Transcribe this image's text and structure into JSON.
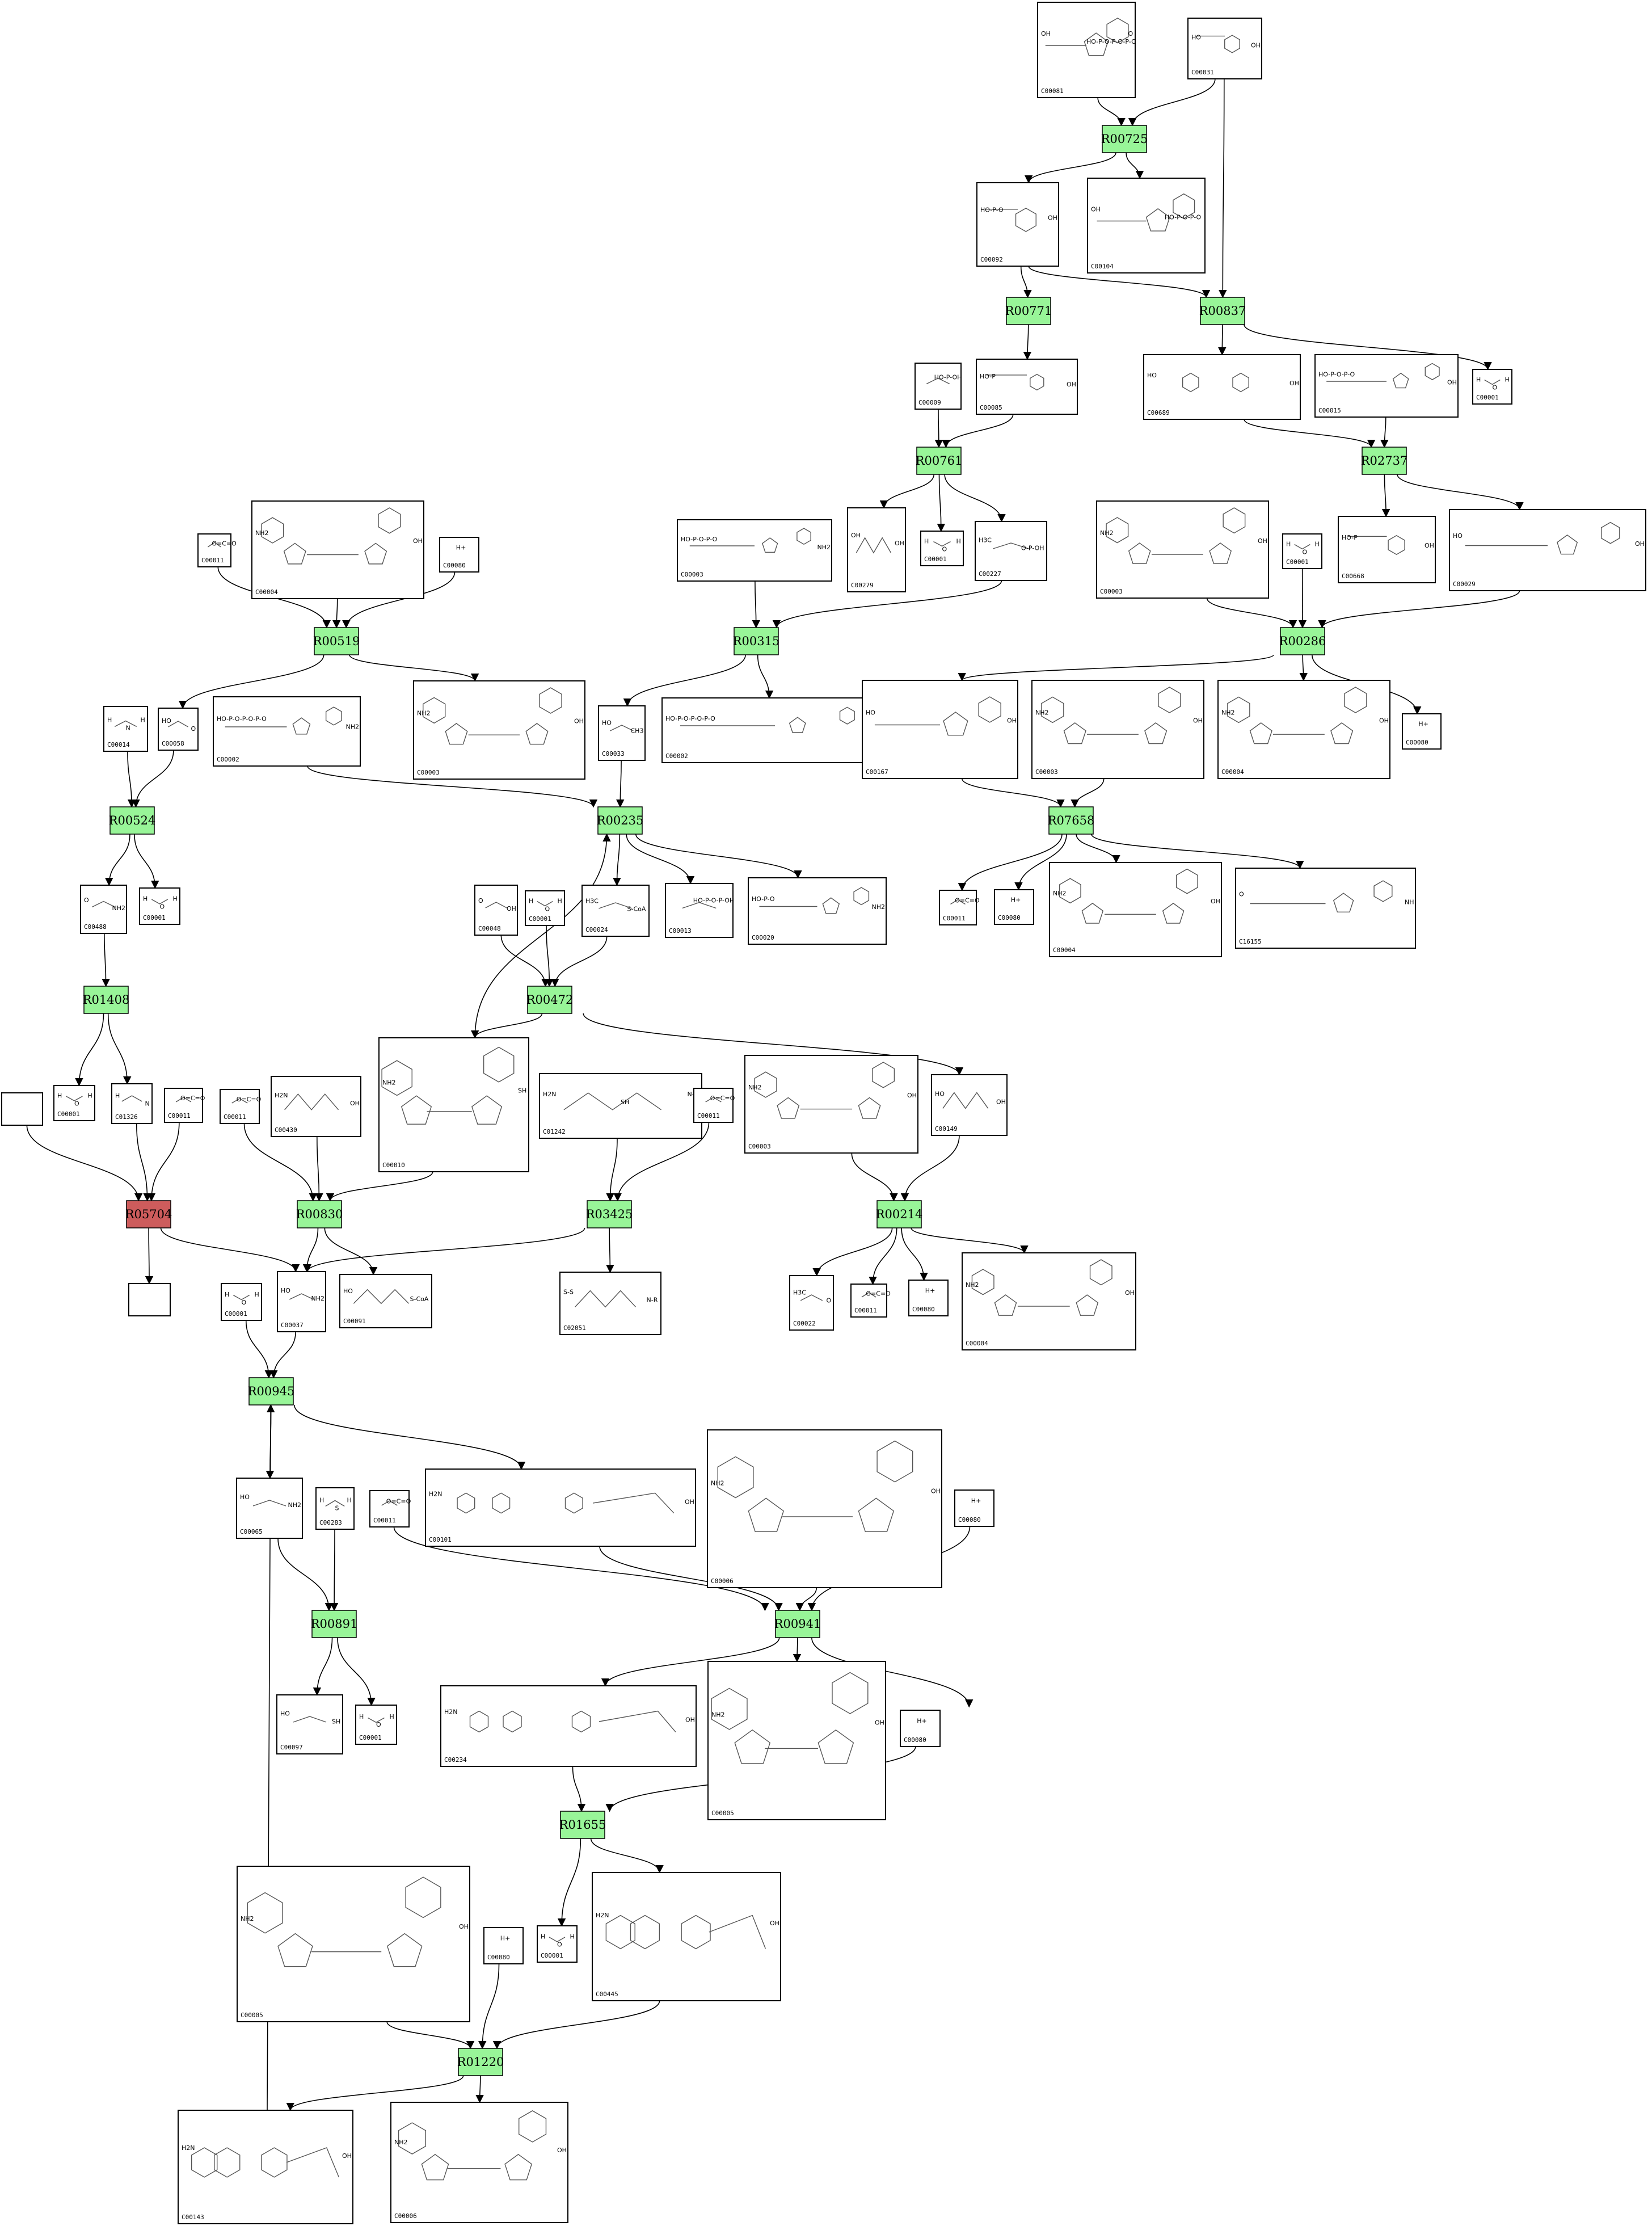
{
  "colors": {
    "reaction_fill": "#98f598",
    "reaction_stuck_fill": "#cd5c5c",
    "edge": "#000000"
  },
  "reactions": [
    {
      "id": "R00725",
      "label": "R00725"
    },
    {
      "id": "R00771",
      "label": "R00771"
    },
    {
      "id": "R00837",
      "label": "R00837"
    },
    {
      "id": "R00761",
      "label": "R00761"
    },
    {
      "id": "R02737",
      "label": "R02737"
    },
    {
      "id": "R00519",
      "label": "R00519"
    },
    {
      "id": "R00315",
      "label": "R00315"
    },
    {
      "id": "R00286",
      "label": "R00286"
    },
    {
      "id": "R00524",
      "label": "R00524"
    },
    {
      "id": "R00235",
      "label": "R00235"
    },
    {
      "id": "R07658",
      "label": "R07658"
    },
    {
      "id": "R00472",
      "label": "R00472"
    },
    {
      "id": "R01408",
      "label": "R01408"
    },
    {
      "id": "R05704",
      "label": "R05704",
      "stuck": true
    },
    {
      "id": "R00830",
      "label": "R00830"
    },
    {
      "id": "R03425",
      "label": "R03425"
    },
    {
      "id": "R00214",
      "label": "R00214"
    },
    {
      "id": "R00945",
      "label": "R00945"
    },
    {
      "id": "R00891",
      "label": "R00891"
    },
    {
      "id": "R00941",
      "label": "R00941"
    },
    {
      "id": "R01655",
      "label": "R01655"
    },
    {
      "id": "R01220",
      "label": "R01220"
    }
  ],
  "compounds": [
    {
      "id": "c_C00081",
      "label": "C00081",
      "mol": "nucleotide",
      "atoms": [
        "OH",
        "HO-P-O-P-O-P-O",
        "O"
      ]
    },
    {
      "id": "c_C00031",
      "label": "C00031",
      "mol": "sugar",
      "atoms": [
        "HO",
        "OH"
      ]
    },
    {
      "id": "c_C00092",
      "label": "C00092",
      "mol": "sugar",
      "atoms": [
        "HO-P-O",
        "OH"
      ]
    },
    {
      "id": "c_C00104",
      "label": "C00104",
      "mol": "nucleotide",
      "atoms": [
        "OH",
        "HO-P-O-P-O"
      ]
    },
    {
      "id": "c_C00009",
      "label": "C00009",
      "mol": "small",
      "atoms": [
        "HO-P-OH"
      ]
    },
    {
      "id": "c_C00085",
      "label": "C00085",
      "mol": "sugar",
      "atoms": [
        "HO-P",
        "OH"
      ]
    },
    {
      "id": "c_C00689",
      "label": "C00689",
      "mol": "disaccharide",
      "atoms": [
        "HO",
        "OH"
      ]
    },
    {
      "id": "c_C00015",
      "label": "C00015",
      "mol": "nucleotide",
      "atoms": [
        "HO-P-O-P-O",
        "OH"
      ]
    },
    {
      "id": "c_C00001_a",
      "label": "C00001",
      "mol": "water",
      "atoms": [
        "H",
        "O",
        "H"
      ]
    },
    {
      "id": "c_C00279",
      "label": "C00279",
      "mol": "chain",
      "atoms": [
        "OH",
        "OH"
      ]
    },
    {
      "id": "c_C00001_b",
      "label": "C00001",
      "mol": "water",
      "atoms": [
        "H",
        "O",
        "H"
      ]
    },
    {
      "id": "c_C00227",
      "label": "C00227",
      "mol": "small",
      "atoms": [
        "H3C",
        "O-P-OH"
      ]
    },
    {
      "id": "c_C00003_a",
      "label": "C00003",
      "mol": "dinucleotide",
      "atoms": [
        "NH2",
        "OH"
      ]
    },
    {
      "id": "c_C00001_c",
      "label": "C00001",
      "mol": "water",
      "atoms": [
        "H",
        "O",
        "H"
      ]
    },
    {
      "id": "c_C00668",
      "label": "C00668",
      "mol": "sugar",
      "atoms": [
        "HO-P",
        "OH"
      ]
    },
    {
      "id": "c_C00029",
      "label": "C00029",
      "mol": "nucleotide",
      "atoms": [
        "HO",
        "OH"
      ]
    },
    {
      "id": "c_C00011_a",
      "label": "C00011",
      "mol": "co2",
      "atoms": [
        "O=C=O"
      ]
    },
    {
      "id": "c_C00004_a",
      "label": "C00004",
      "mol": "dinucleotide",
      "atoms": [
        "NH2",
        "OH"
      ]
    },
    {
      "id": "c_C00080_a",
      "label": "C00080",
      "mol": "proton",
      "atoms": [
        "H+"
      ]
    },
    {
      "id": "c_C00003_b",
      "label": "C00003",
      "mol": "nucleotide",
      "atoms": [
        "HO-P-O-P-O",
        "NH2"
      ]
    },
    {
      "id": "c_C00014",
      "label": "C00014",
      "mol": "small",
      "atoms": [
        "H",
        "N",
        "H"
      ]
    },
    {
      "id": "c_C00058",
      "label": "C00058",
      "mol": "small",
      "atoms": [
        "HO",
        "O"
      ]
    },
    {
      "id": "c_C00002_a",
      "label": "C00002",
      "mol": "nucleotide",
      "atoms": [
        "HO-P-O-P-O-P-O",
        "NH2"
      ]
    },
    {
      "id": "c_C00003_c",
      "label": "C00003",
      "mol": "dinucleotide",
      "atoms": [
        "NH2",
        "OH"
      ]
    },
    {
      "id": "c_C00033",
      "label": "C00033",
      "mol": "small",
      "atoms": [
        "HO",
        "CH3"
      ]
    },
    {
      "id": "c_C00002_b",
      "label": "C00002",
      "mol": "nucleotide",
      "atoms": [
        "HO-P-O-P-O-P-O",
        "NH2"
      ]
    },
    {
      "id": "c_C00167",
      "label": "C00167",
      "mol": "nucleotide",
      "atoms": [
        "HO",
        "OH"
      ]
    },
    {
      "id": "c_C00003_d",
      "label": "C00003",
      "mol": "dinucleotide",
      "atoms": [
        "NH2",
        "OH"
      ]
    },
    {
      "id": "c_C00004_b",
      "label": "C00004",
      "mol": "dinucleotide",
      "atoms": [
        "NH2",
        "OH"
      ]
    },
    {
      "id": "c_C00080_b",
      "label": "C00080",
      "mol": "proton",
      "atoms": [
        "H+"
      ]
    },
    {
      "id": "c_C00488",
      "label": "C00488",
      "mol": "small",
      "atoms": [
        "O",
        "NH2"
      ]
    },
    {
      "id": "c_C00001_d",
      "label": "C00001",
      "mol": "water",
      "atoms": [
        "H",
        "O",
        "H"
      ]
    },
    {
      "id": "c_C00048",
      "label": "C00048",
      "mol": "small",
      "atoms": [
        "O",
        "OH"
      ]
    },
    {
      "id": "c_C00001_e",
      "label": "C00001",
      "mol": "water",
      "atoms": [
        "H",
        "O",
        "H"
      ]
    },
    {
      "id": "c_C00024",
      "label": "C00024",
      "mol": "small",
      "atoms": [
        "H3C",
        "S-CoA"
      ]
    },
    {
      "id": "c_C00013",
      "label": "C00013",
      "mol": "small",
      "atoms": [
        "HO-P-O-P-OH"
      ]
    },
    {
      "id": "c_C00020",
      "label": "C00020",
      "mol": "nucleotide",
      "atoms": [
        "HO-P-O",
        "NH2"
      ]
    },
    {
      "id": "c_C00011_b",
      "label": "C00011",
      "mol": "co2",
      "atoms": [
        "O=C=O"
      ]
    },
    {
      "id": "c_C00080_c",
      "label": "C00080",
      "mol": "proton",
      "atoms": [
        "H+"
      ]
    },
    {
      "id": "c_C00004_c",
      "label": "C00004",
      "mol": "dinucleotide",
      "atoms": [
        "NH2",
        "OH"
      ]
    },
    {
      "id": "c_C16155",
      "label": "C16155",
      "mol": "nucleotide",
      "atoms": [
        "O",
        "NH"
      ]
    },
    {
      "id": "c_C00001_f",
      "label": "C00001",
      "mol": "water",
      "atoms": [
        "H",
        "O",
        "H"
      ]
    },
    {
      "id": "c_C01326",
      "label": "C01326",
      "mol": "small",
      "atoms": [
        "H",
        "N"
      ]
    },
    {
      "id": "c_C00011_c",
      "label": "C00011",
      "mol": "co2",
      "atoms": [
        "O=C=O"
      ]
    },
    {
      "id": "c_C00011_d",
      "label": "C00011",
      "mol": "co2",
      "atoms": [
        "O=C=O"
      ]
    },
    {
      "id": "c_C00430",
      "label": "C00430",
      "mol": "chain",
      "atoms": [
        "H2N",
        "OH"
      ]
    },
    {
      "id": "c_C00010",
      "label": "C00010",
      "mol": "coa",
      "atoms": [
        "NH2",
        "SH"
      ]
    },
    {
      "id": "c_C01242",
      "label": "C01242",
      "mol": "chain",
      "atoms": [
        "H2N",
        "SH",
        "N-R"
      ]
    },
    {
      "id": "c_C00011_e",
      "label": "C00011",
      "mol": "co2",
      "atoms": [
        "O=C=O"
      ]
    },
    {
      "id": "c_C00003_e",
      "label": "C00003",
      "mol": "dinucleotide",
      "atoms": [
        "NH2",
        "OH"
      ]
    },
    {
      "id": "c_C00149",
      "label": "C00149",
      "mol": "chain",
      "atoms": [
        "HO",
        "OH"
      ]
    },
    {
      "id": "c_blank_a",
      "label": "",
      "mol": "none",
      "atoms": []
    },
    {
      "id": "c_blank_b",
      "label": "",
      "mol": "none",
      "atoms": []
    },
    {
      "id": "c_C00037",
      "label": "C00037",
      "mol": "small",
      "atoms": [
        "HO",
        "NH2"
      ]
    },
    {
      "id": "c_C00091",
      "label": "C00091",
      "mol": "chain",
      "atoms": [
        "HO",
        "S-CoA"
      ]
    },
    {
      "id": "c_C02051",
      "label": "C02051",
      "mol": "chain",
      "atoms": [
        "S-S",
        "N-R"
      ]
    },
    {
      "id": "c_C00022",
      "label": "C00022",
      "mol": "small",
      "atoms": [
        "H3C",
        "O"
      ]
    },
    {
      "id": "c_C00011_f",
      "label": "C00011",
      "mol": "co2",
      "atoms": [
        "O=C=O"
      ]
    },
    {
      "id": "c_C00080_d",
      "label": "C00080",
      "mol": "proton",
      "atoms": [
        "H+"
      ]
    },
    {
      "id": "c_C00004_d",
      "label": "C00004",
      "mol": "dinucleotide",
      "atoms": [
        "NH2",
        "OH"
      ]
    },
    {
      "id": "c_C00001_g",
      "label": "C00001",
      "mol": "water",
      "atoms": [
        "H",
        "O",
        "H"
      ]
    },
    {
      "id": "c_C00065",
      "label": "C00065",
      "mol": "small",
      "atoms": [
        "HO",
        "NH2"
      ]
    },
    {
      "id": "c_C00283",
      "label": "C00283",
      "mol": "small",
      "atoms": [
        "H",
        "S",
        "H"
      ]
    },
    {
      "id": "c_C00011_g",
      "label": "C00011",
      "mol": "co2",
      "atoms": [
        "O=C=O"
      ]
    },
    {
      "id": "c_C00101",
      "label": "C00101",
      "mol": "folate",
      "atoms": [
        "H2N",
        "OH"
      ]
    },
    {
      "id": "c_C00006_a",
      "label": "C00006",
      "mol": "dinucleotide",
      "atoms": [
        "NH2",
        "OH"
      ]
    },
    {
      "id": "c_C00080_e",
      "label": "C00080",
      "mol": "proton",
      "atoms": [
        "H+"
      ]
    },
    {
      "id": "c_C00097",
      "label": "C00097",
      "mol": "small",
      "atoms": [
        "HO",
        "SH"
      ]
    },
    {
      "id": "c_C00001_h",
      "label": "C00001",
      "mol": "water",
      "atoms": [
        "H",
        "O",
        "H"
      ]
    },
    {
      "id": "c_C00234",
      "label": "C00234",
      "mol": "folate",
      "atoms": [
        "H2N",
        "OH"
      ]
    },
    {
      "id": "c_C00005_a",
      "label": "C00005",
      "mol": "dinucleotide",
      "atoms": [
        "NH2",
        "OH"
      ]
    },
    {
      "id": "c_C00080_f",
      "label": "C00080",
      "mol": "proton",
      "atoms": [
        "H+"
      ]
    },
    {
      "id": "c_C00001_i",
      "label": "C00001",
      "mol": "water",
      "atoms": [
        "H",
        "O",
        "H"
      ]
    },
    {
      "id": "c_C00005_b",
      "label": "C00005",
      "mol": "dinucleotide",
      "atoms": [
        "NH2",
        "OH"
      ]
    },
    {
      "id": "c_C00080_g",
      "label": "C00080",
      "mol": "proton",
      "atoms": [
        "H+"
      ]
    },
    {
      "id": "c_C00001_j",
      "label": "C00001",
      "mol": "water",
      "atoms": [
        "H",
        "O",
        "H"
      ]
    },
    {
      "id": "c_C00445",
      "label": "C00445",
      "mol": "folate",
      "atoms": [
        "H2N",
        "OH"
      ]
    },
    {
      "id": "c_C00143",
      "label": "C00143",
      "mol": "folate",
      "atoms": [
        "H2N",
        "OH"
      ]
    },
    {
      "id": "c_C00006_b",
      "label": "C00006",
      "mol": "dinucleotide",
      "atoms": [
        "NH2",
        "OH"
      ]
    }
  ],
  "edges": [
    [
      "c_C00081",
      "R00725"
    ],
    [
      "c_C00031",
      "R00725"
    ],
    [
      "R00725",
      "c_C00092"
    ],
    [
      "R00725",
      "c_C00104"
    ],
    [
      "c_C00092",
      "R00771"
    ],
    [
      "c_C00092",
      "R00837"
    ],
    [
      "c_C00031",
      "R00837"
    ],
    [
      "R00837",
      "c_C00689"
    ],
    [
      "R00837",
      "c_C00001_a"
    ],
    [
      "R00771",
      "c_C00085"
    ],
    [
      "c_C00085",
      "R00761"
    ],
    [
      "c_C00009",
      "R00761"
    ],
    [
      "R00761",
      "c_C00279"
    ],
    [
      "R00761",
      "c_C00001_b"
    ],
    [
      "R00761",
      "c_C00227"
    ],
    [
      "c_C00689",
      "R02737"
    ],
    [
      "c_C00015",
      "R02737"
    ],
    [
      "R02737",
      "c_C00668"
    ],
    [
      "R02737",
      "c_C00029"
    ],
    [
      "c_C00011_a",
      "R00519"
    ],
    [
      "c_C00004_a",
      "R00519"
    ],
    [
      "c_C00080_a",
      "R00519"
    ],
    [
      "R00519",
      "c_C00058"
    ],
    [
      "R00519",
      "c_C00003_c"
    ],
    [
      "c_C00003_b",
      "R00315"
    ],
    [
      "c_C00227",
      "R00315"
    ],
    [
      "R00315",
      "c_C00033"
    ],
    [
      "R00315",
      "c_C00002_b"
    ],
    [
      "c_C00003_a",
      "R00286"
    ],
    [
      "c_C00001_c",
      "R00286"
    ],
    [
      "c_C00029",
      "R00286"
    ],
    [
      "R00286",
      "c_C00167"
    ],
    [
      "R00286",
      "c_C00004_b"
    ],
    [
      "R00286",
      "c_C00080_b"
    ],
    [
      "c_C00014",
      "R00524"
    ],
    [
      "c_C00058",
      "R00524"
    ],
    [
      "R00524",
      "c_C00488"
    ],
    [
      "R00524",
      "c_C00001_d"
    ],
    [
      "c_C00002_a",
      "R00235"
    ],
    [
      "c_C00033",
      "R00235"
    ],
    [
      "c_C00010",
      "R00235"
    ],
    [
      "R00235",
      "c_C00024"
    ],
    [
      "R00235",
      "c_C00013"
    ],
    [
      "R00235",
      "c_C00020"
    ],
    [
      "c_C00167",
      "R07658"
    ],
    [
      "c_C00003_d",
      "R07658"
    ],
    [
      "R07658",
      "c_C00011_b"
    ],
    [
      "R07658",
      "c_C00080_c"
    ],
    [
      "R07658",
      "c_C00004_c"
    ],
    [
      "R07658",
      "c_C16155"
    ],
    [
      "c_C00048",
      "R00472"
    ],
    [
      "c_C00001_e",
      "R00472"
    ],
    [
      "c_C00024",
      "R00472"
    ],
    [
      "R00472",
      "c_C00010"
    ],
    [
      "R00472",
      "c_C00149"
    ],
    [
      "c_C00488",
      "R01408"
    ],
    [
      "R01408",
      "c_C00001_f"
    ],
    [
      "R01408",
      "c_C01326"
    ],
    [
      "c_blank_a",
      "R05704"
    ],
    [
      "c_C01326",
      "R05704"
    ],
    [
      "c_C00011_c",
      "R05704"
    ],
    [
      "R05704",
      "c_blank_b"
    ],
    [
      "R05704",
      "c_C00037"
    ],
    [
      "c_C00011_d",
      "R00830"
    ],
    [
      "c_C00430",
      "R00830"
    ],
    [
      "c_C00010",
      "R00830"
    ],
    [
      "R00830",
      "c_C00037"
    ],
    [
      "R00830",
      "c_C00091"
    ],
    [
      "c_C01242",
      "R03425"
    ],
    [
      "c_C00011_e",
      "R03425"
    ],
    [
      "R03425",
      "c_C02051"
    ],
    [
      "R03425",
      "c_C00037"
    ],
    [
      "c_C00003_e",
      "R00214"
    ],
    [
      "c_C00149",
      "R00214"
    ],
    [
      "R00214",
      "c_C00022"
    ],
    [
      "R00214",
      "c_C00011_f"
    ],
    [
      "R00214",
      "c_C00080_d"
    ],
    [
      "R00214",
      "c_C00004_d"
    ],
    [
      "c_C00001_g",
      "R00945"
    ],
    [
      "c_C00037",
      "R00945"
    ],
    [
      "c_C00143",
      "R00945"
    ],
    [
      "R00945",
      "c_C00065"
    ],
    [
      "R00945",
      "c_C00101"
    ],
    [
      "c_C00065",
      "R00891"
    ],
    [
      "c_C00283",
      "R00891"
    ],
    [
      "R00891",
      "c_C00097"
    ],
    [
      "R00891",
      "c_C00001_h"
    ],
    [
      "c_C00011_g",
      "R00941"
    ],
    [
      "c_C00101",
      "R00941"
    ],
    [
      "c_C00006_a",
      "R00941"
    ],
    [
      "c_C00080_e",
      "R00941"
    ],
    [
      "R00941",
      "c_C00234"
    ],
    [
      "R00941",
      "c_C00005_a"
    ],
    [
      "R00941",
      "c_C00001_h2"
    ],
    [
      "c_C00234",
      "R01655"
    ],
    [
      "c_C00080_f",
      "R01655"
    ],
    [
      "R01655",
      "c_C00001_i"
    ],
    [
      "R01655",
      "c_C00445"
    ],
    [
      "c_C00005_b",
      "R01220"
    ],
    [
      "c_C00080_g",
      "R01220"
    ],
    [
      "c_C00445",
      "R01220"
    ],
    [
      "R01220",
      "c_C00143"
    ],
    [
      "R01220",
      "c_C00006_b"
    ]
  ]
}
